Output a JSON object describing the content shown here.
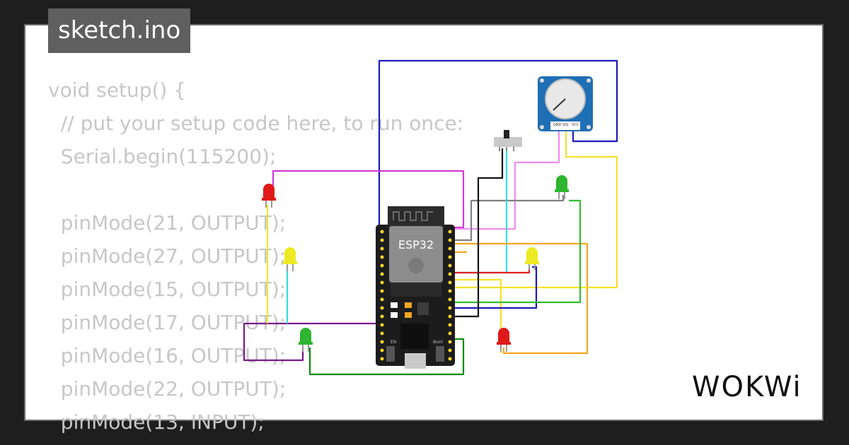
{
  "file_tab": {
    "label": "sketch.ino"
  },
  "code_lines": [
    "void setup() {",
    "  // put your setup code here, to run once:",
    "  Serial.begin(115200);",
    "",
    "  pinMode(21, OUTPUT);",
    "  pinMode(27, OUTPUT);",
    "  pinMode(15, OUTPUT);",
    "  pinMode(17, OUTPUT);",
    "  pinMode(16, OUTPUT);",
    "  pinMode(22, OUTPUT);",
    "  pinMode(13, INPUT);"
  ],
  "board": {
    "label": "ESP32",
    "en_label": "EN",
    "boot_label": "Boot"
  },
  "potentiometer": {
    "pin_labels": [
      "GND",
      "SIG",
      "VCC"
    ]
  },
  "brand": {
    "label": "WOKWi"
  },
  "colors": {
    "background": "#1e1e1e",
    "card": "#ffffff",
    "code_text": "#c7c7c7",
    "tab_bg": "#5f5f5f",
    "wire_blue": "#1a1ab8",
    "wire_magenta": "#d23ad2",
    "wire_pink": "#f08cf0",
    "wire_gray": "#808080",
    "wire_cyan": "#38dcdc",
    "wire_yellow": "#f5e22a",
    "wire_green": "#2fbf2f",
    "wire_darkgreen": "#0d8a0d",
    "wire_orange": "#f5a623",
    "wire_red": "#e02020",
    "wire_purple": "#7a1a8a",
    "wire_black": "#111111",
    "led_red": "#e01a1a",
    "led_yellow": "#ecea22",
    "led_green": "#2fb52f",
    "pot_board": "#1f6fb5"
  },
  "icons": [
    "wifi-antenna-icon",
    "espressif-logo-icon",
    "usb-port-icon"
  ]
}
